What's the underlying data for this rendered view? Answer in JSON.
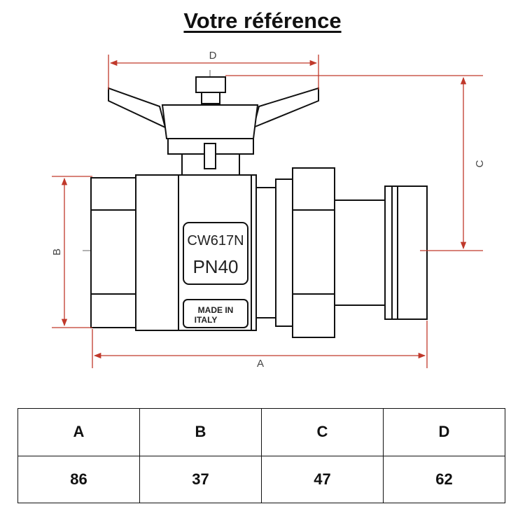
{
  "title": "Votre référence",
  "drawing": {
    "dimension_labels": {
      "a": "A",
      "b": "B",
      "c": "C",
      "d": "D"
    },
    "body_markings": {
      "material": "CW617N",
      "pressure": "PN40",
      "origin_line1": "MADE IN",
      "origin_line2": "ITALY"
    },
    "colors": {
      "dimension_line": "#c0392b",
      "outline": "#111111"
    }
  },
  "table": {
    "headers": [
      "A",
      "B",
      "C",
      "D"
    ],
    "values": [
      "86",
      "37",
      "47",
      "62"
    ]
  }
}
